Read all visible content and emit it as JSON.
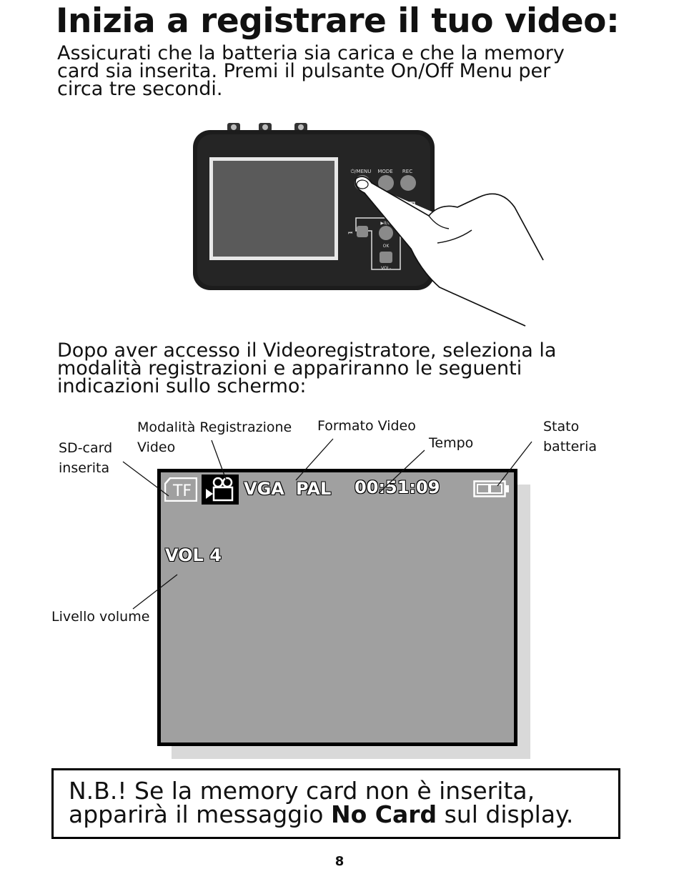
{
  "title": "Inizia a registrare il tuo video:",
  "intro": {
    "line1": "Assicurati che la batteria sia carica e che la memory",
    "line2": "card sia inserita. Premi il pulsante On/Off Menu per",
    "line3": "circa tre secondi."
  },
  "device": {
    "buttons": {
      "menu": "⏻/MENU",
      "mode": "MODE",
      "rec": "REC",
      "play": "▶II/⊡",
      "ok": "OK",
      "vol_minus": "VOL-",
      "prev": "⏮"
    }
  },
  "after": {
    "line1": "Dopo aver accesso il Videoregistratore, seleziona la",
    "line2": "modalità registrazioni e appariranno le seguenti",
    "line3": "indicazioni sullo schermo:"
  },
  "labels": {
    "sd_card_1": "SD-card",
    "sd_card_2": "inserita",
    "mode_1": "Modalità Registrazione",
    "mode_2": "Video",
    "format": "Formato Video",
    "time": "Tempo",
    "battery_1": "Stato",
    "battery_2": "batteria",
    "volume": "Livello volume"
  },
  "screen": {
    "tf": "TF",
    "resolution": "VGA",
    "standard": "PAL",
    "timer": "00:51:09",
    "volume": "VOL  4",
    "icons": [
      "tf-card-icon",
      "video-camera-icon",
      "battery-icon"
    ]
  },
  "note": {
    "line1": "N.B.! Se la memory card non è inserita,",
    "line2_pre": "apparirà il messaggio ",
    "line2_bold": "No Card",
    "line2_post": " sul display."
  },
  "page_number": "8"
}
